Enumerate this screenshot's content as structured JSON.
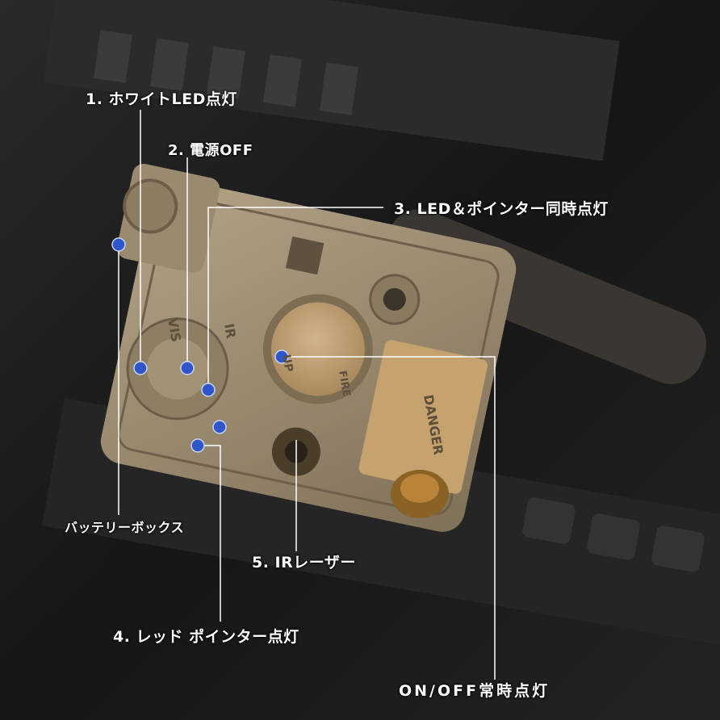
{
  "callouts": {
    "white_led": "1. ホワイトLED点灯",
    "power_off": "2. 電源OFF",
    "led_pointer": "3. LED＆ポインター同時点灯",
    "battery_box": "バッテリーボックス",
    "ir_laser": "5. IRレーザー",
    "red_pointer": "4.  レッド ポインター点灯",
    "on_off": "ON/OFF常時点灯"
  },
  "device_markings": {
    "vis": "VIS",
    "ir": "IR",
    "fire": "FIRE",
    "up": "UP",
    "danger": "DANGER"
  },
  "colors": {
    "marker_blue": "#2f56c8",
    "device_tan": "#9c8c72",
    "background_dark": "#1b1b1b",
    "line_white": "#ffffff"
  }
}
